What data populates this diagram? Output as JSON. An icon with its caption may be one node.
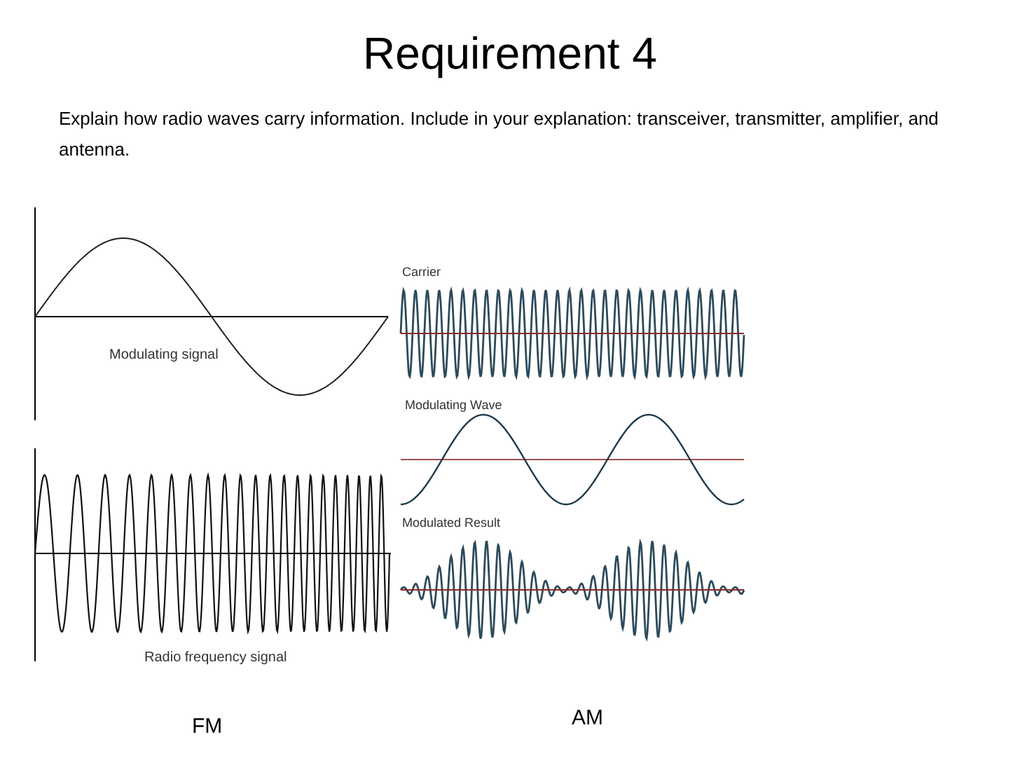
{
  "diagram": {
    "title": "Requirement 4",
    "labels": [
      "Explain how radio waves carry information. Include in your explanation: transceiver, transmitter, amplifier, and antenna.",
      "Modulating signal",
      "Carrier",
      "Modulating Wave",
      "Modulated Result",
      "Radio frequency signal",
      "FM",
      "AM"
    ]
  }
}
